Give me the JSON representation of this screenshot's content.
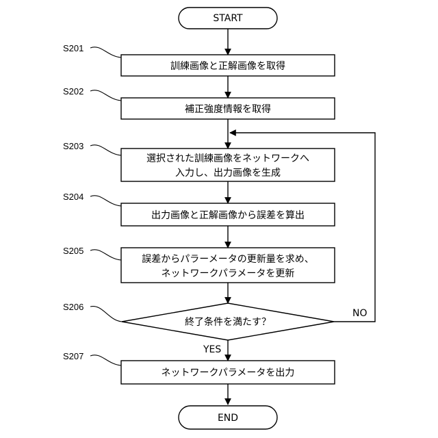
{
  "start": "START",
  "end": "END",
  "steps": [
    {
      "id": "S201",
      "lines": [
        "訓練画像と正解画像を取得"
      ]
    },
    {
      "id": "S202",
      "lines": [
        "補正強度情報を取得"
      ]
    },
    {
      "id": "S203",
      "lines": [
        "選択された訓練画像をネットワークへ",
        "入力し、出力画像を生成"
      ]
    },
    {
      "id": "S204",
      "lines": [
        "出力画像と正解画像から誤差を算出"
      ]
    },
    {
      "id": "S205",
      "lines": [
        "誤差からパラーメータの更新量を求め、",
        "ネットワークパラメータを更新"
      ]
    },
    {
      "id": "S206",
      "lines": [
        "終了条件を満たす？"
      ]
    },
    {
      "id": "S207",
      "lines": [
        "ネットワークパラメータを出力"
      ]
    }
  ],
  "branches": {
    "yes": "YES",
    "no": "NO"
  }
}
